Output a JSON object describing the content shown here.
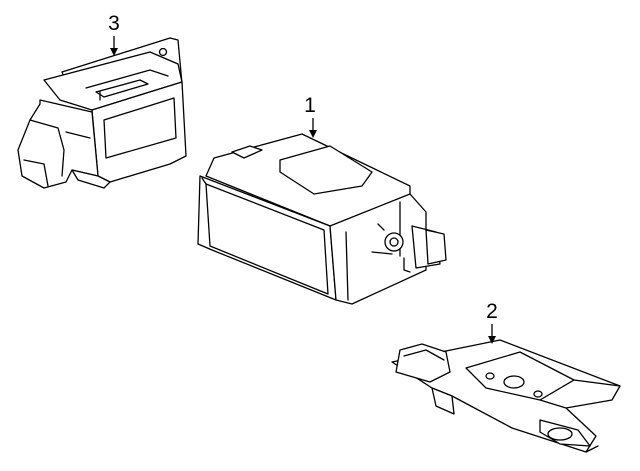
{
  "callouts": [
    {
      "id": "1",
      "label": "1",
      "part": "control-module"
    },
    {
      "id": "2",
      "label": "2",
      "part": "mounting-bracket"
    },
    {
      "id": "3",
      "label": "3",
      "part": "sensor-module"
    }
  ],
  "colors": {
    "line": "#000000",
    "fill": "#ffffff",
    "background": "#ffffff"
  }
}
